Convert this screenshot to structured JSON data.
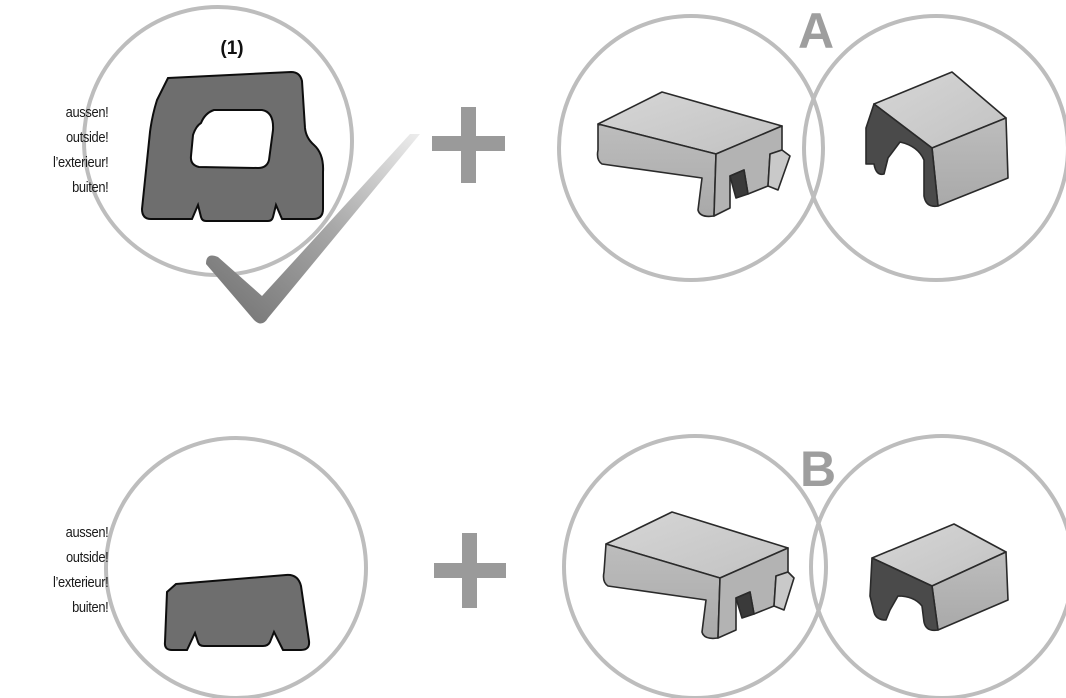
{
  "row_a": {
    "marker": "(1)",
    "variant_letter": "A",
    "side_labels": [
      "aussen!",
      "outside!",
      "l’exterieur!",
      "buiten!"
    ],
    "connector_symbol": "+"
  },
  "row_b": {
    "variant_letter": "B",
    "side_labels": [
      "aussen!",
      "outside!",
      "l’exterieur!",
      "buiten!"
    ],
    "connector_symbol": "+"
  },
  "colors": {
    "circle_stroke": "#bdbdbd",
    "profile_fill": "#6e6e6e",
    "letter_fill": "#9e9e9e",
    "plus_fill": "#9a9a9a",
    "check_dark": "#7a7a7a",
    "check_light": "#e2e2e2"
  }
}
